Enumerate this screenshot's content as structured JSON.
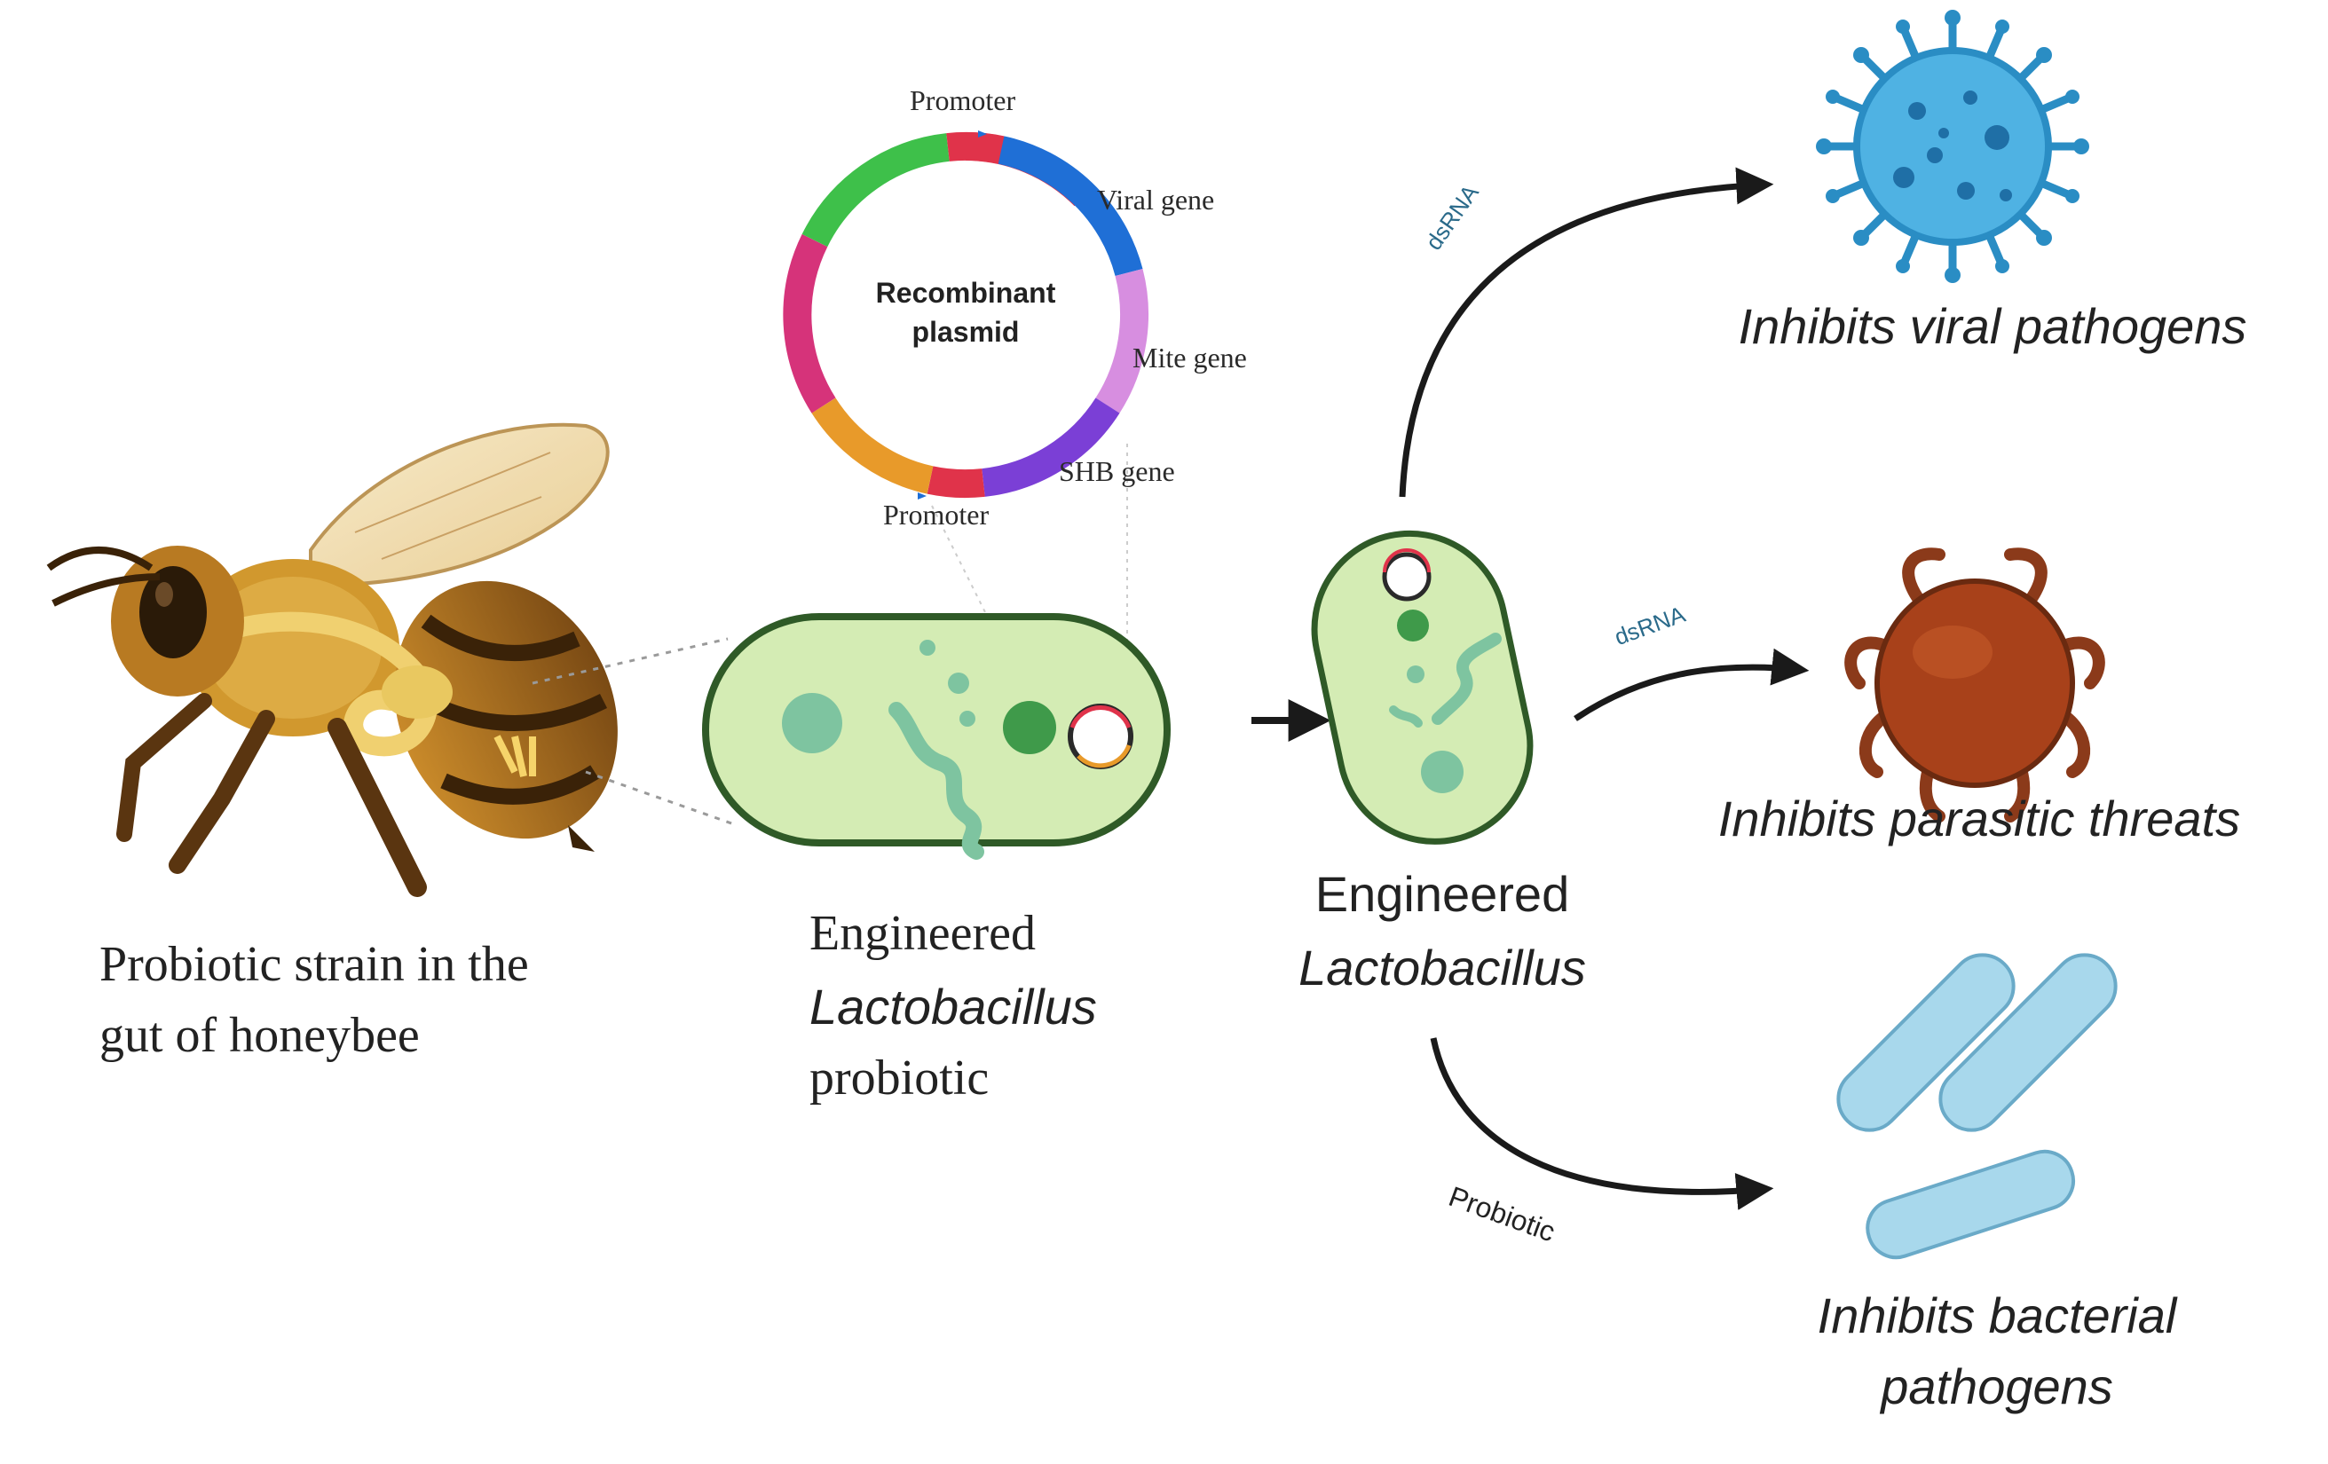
{
  "plasmid": {
    "title_line1": "Recombinant",
    "title_line2": "plasmid",
    "segments": {
      "promoter_top": "Promoter",
      "viral_gene": "Viral gene",
      "mite_gene": "Mite gene",
      "shb_gene": "SHB gene",
      "promoter_bottom": "Promoter"
    }
  },
  "bee": {
    "caption_line1": "Probiotic strain in the",
    "caption_line2": "gut of honeybee"
  },
  "probiotic": {
    "line1": "Engineered",
    "line2": "Lactobacillus",
    "line3": "probiotic"
  },
  "engineered": {
    "line1": "Engineered",
    "line2": "Lactobacillus"
  },
  "arrows": {
    "dsrna_top": "dsRNA",
    "dsrna_middle": "dsRNA",
    "probiotic": "Probiotic"
  },
  "outcomes": {
    "viral": "Inhibits viral pathogens",
    "parasitic": "Inhibits parasitic threats",
    "bacterial_line1": "Inhibits bacterial",
    "bacterial_line2": "pathogens"
  },
  "colors": {
    "cell_fill": "#d4ecb4",
    "cell_stroke": "#2f5a27",
    "virus": "#4aa8d8",
    "mite": "#8b3a1a",
    "bacteria": "#a8d8ec"
  }
}
